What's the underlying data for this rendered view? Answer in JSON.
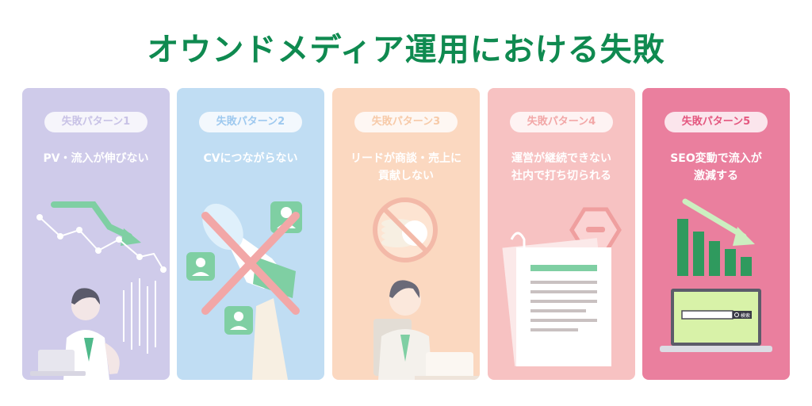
{
  "title": "オウンドメディア運用における失敗",
  "colors": {
    "title": "#0f8a50",
    "accent_green": "#7fcfa3",
    "card_backgrounds": [
      "#cfcbea",
      "#c0ddf3",
      "#fbd8c0",
      "#f7c2c2",
      "#ea7f9e"
    ],
    "badge_text": [
      "#c8c2e6",
      "#9ec9ef",
      "#f7caa8",
      "#f2a7a7",
      "#e4577f"
    ]
  },
  "cards": [
    {
      "badge": "失敗パターン1",
      "heading_lines": [
        "PV・流入が伸びない"
      ],
      "icon": "declining-line-chart-worried-person-icon"
    },
    {
      "badge": "失敗パターン2",
      "heading_lines": [
        "CVにつながらない"
      ],
      "icon": "crossed-megaphone-icon"
    },
    {
      "badge": "失敗パターン3",
      "heading_lines": [
        "リードが商談・売上に",
        "貢献しない"
      ],
      "icon": "no-money-sign-icon"
    },
    {
      "badge": "失敗パターン4",
      "heading_lines": [
        "運営が継続できない",
        "社内で打ち切られる"
      ],
      "icon": "stop-sign-documents-icon"
    },
    {
      "badge": "失敗パターン5",
      "heading_lines": [
        "SEO変動で流入が",
        "激減する"
      ],
      "icon": "declining-bars-laptop-icon",
      "search_button": "検索"
    }
  ]
}
